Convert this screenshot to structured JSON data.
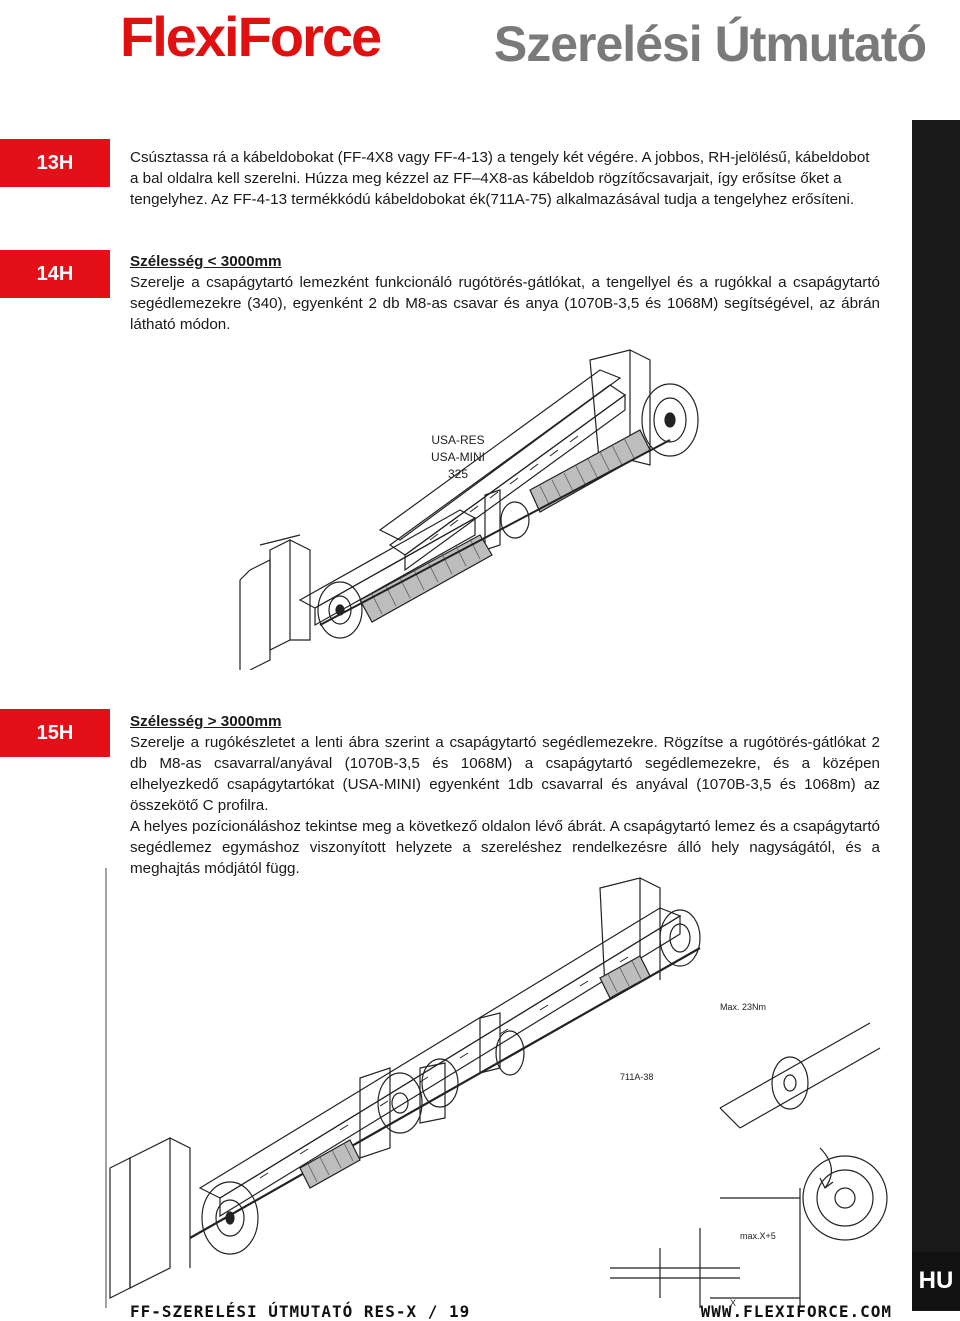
{
  "header": {
    "logo_text": "FlexiForce",
    "title": "Szerelési Útmutató"
  },
  "steps": [
    {
      "badge": "13H",
      "text": "Csúsztassa rá a kábeldobokat (FF-4X8 vagy FF-4-13) a tengely két végére. A jobbos, RH-jelölésű, kábeldobot a bal oldalra kell szerelni. Húzza meg kézzel az FF–4X8-as kábeldob rögzítőcsavarjait, így erősítse őket a tengelyhez. Az FF-4-13 termékkódú kábeldobokat ék(711A-75) alkalmazásával tudja a tengelyhez erősíteni."
    },
    {
      "badge": "14H",
      "subhead": "Szélesség < 3000mm",
      "text": "Szerelje a csapágytartó lemezként funkcionáló rugótörés-gátlókat, a tengellyel és a rugókkal a csapágytartó segédlemezekre (340), egyenként 2 db M8-as csavar és anya (1070B-3,5 és 1068M) segítségével, az ábrán látható módon.",
      "figure_labels": [
        "USA-RES",
        "USA-MINI",
        "325"
      ]
    },
    {
      "badge": "15H",
      "subhead": "Szélesség > 3000mm",
      "text": "Szerelje a rugókészletet a lenti ábra szerint a csapágytartó segédlemezekre. Rögzítse a rugótörés-gátlókat 2 db M8-as csavarral/anyával (1070B-3,5 és 1068M) a csapágytartó segédlemezekre, és a középen elhelyezkedő csapágytartókat (USA-MINI) egyenként 1db csavarral és anyával (1070B-3,5 és 1068m) az összekötő C profilra.",
      "text2": "A helyes pozícionáláshoz tekintse meg a következő oldalon lévő ábrát. A csapágytartó lemez és a csapágytartó segédlemez egymáshoz viszonyított helyzete a szereléshez rendelkezésre álló hely nagyságától, és a meghajtás módjától függ.",
      "figure_labels": [
        "711A-38",
        "Max. 23Nm",
        "max.X+5",
        "X"
      ]
    }
  ],
  "footer": {
    "left": "FF-SZERELÉSI ÚTMUTATÓ RES-X / 19",
    "right": "WWW.FLEXIFORCE.COM",
    "lang": "HU"
  },
  "colors": {
    "accent_red": "#e3101a",
    "title_gray": "#7a7a7a",
    "side_bar": "#1a1a1a"
  }
}
